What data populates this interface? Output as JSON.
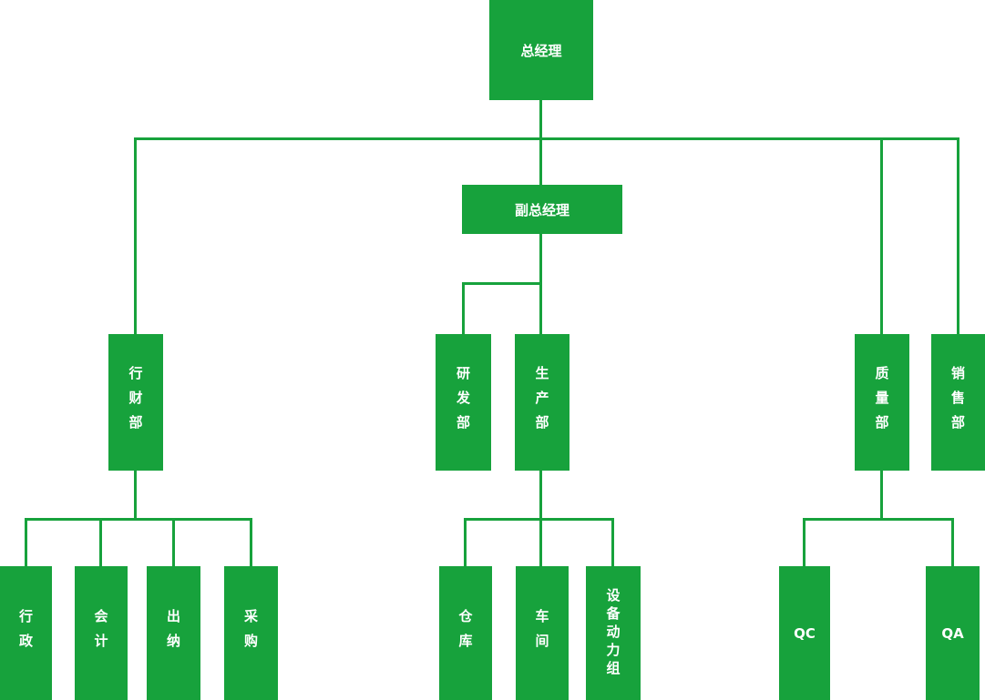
{
  "diagram": {
    "type": "org-chart",
    "accent_color": "#17A23C",
    "text_color": "#FFFFFF",
    "nodes": {
      "general_manager": "总经理",
      "deputy_general_manager": "副总经理",
      "finance_admin_dept": "行财部",
      "rnd_dept": "研发部",
      "production_dept": "生产部",
      "quality_dept": "质量部",
      "sales_dept": "销售部",
      "administration": "行政",
      "accounting": "会计",
      "cashier": "出纳",
      "purchasing": "采购",
      "warehouse": "仓库",
      "workshop": "车间",
      "equipment_power_group": "设备动力组",
      "qc": "QC",
      "qa": "QA"
    },
    "edges": [
      [
        "总经理",
        "行财部"
      ],
      [
        "总经理",
        "副总经理"
      ],
      [
        "总经理",
        "质量部"
      ],
      [
        "总经理",
        "销售部"
      ],
      [
        "副总经理",
        "研发部"
      ],
      [
        "副总经理",
        "生产部"
      ],
      [
        "行财部",
        "行政"
      ],
      [
        "行财部",
        "会计"
      ],
      [
        "行财部",
        "出纳"
      ],
      [
        "行财部",
        "采购"
      ],
      [
        "生产部",
        "仓库"
      ],
      [
        "生产部",
        "车间"
      ],
      [
        "生产部",
        "设备动力组"
      ],
      [
        "质量部",
        "QC"
      ],
      [
        "质量部",
        "QA"
      ]
    ]
  }
}
